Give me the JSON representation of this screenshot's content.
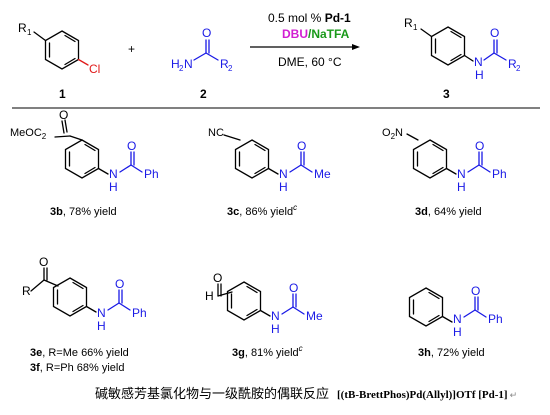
{
  "scheme": {
    "reactant1": {
      "substituent": "R",
      "sub": "1",
      "halogen": "Cl",
      "number": "1"
    },
    "plus": "+",
    "reactant2": {
      "nh2": "H",
      "nh2_sub": "2",
      "nh2_n": "N",
      "o": "O",
      "r": "R",
      "r_sub": "2",
      "number": "2"
    },
    "conditions": {
      "line1_prefix": "0.5 mol % ",
      "line1_catalyst": "Pd-1",
      "dbu": "DBU",
      "slash": "/",
      "natfa": "NaTFA",
      "line3": "DME, 60 °C"
    },
    "product": {
      "substituent": "R",
      "sub": "1",
      "nh": "N",
      "h": "H",
      "o": "O",
      "r": "R",
      "r_sub": "2",
      "number": "3"
    }
  },
  "examples": [
    {
      "id": "3b",
      "para": "MeO",
      "para2": "C",
      "para_sub": "2",
      "acyl": "Ph",
      "label_num": "3b",
      "label_text": ", 78% yield",
      "sup": ""
    },
    {
      "id": "3c",
      "para": "NC",
      "acyl": "Me",
      "label_num": "3c",
      "label_text": ", 86% yield",
      "sup": "c"
    },
    {
      "id": "3d",
      "para": "O",
      "para_n": "N",
      "para_sub": "2",
      "acyl": "Ph",
      "label_num": "3d",
      "label_text": ", 64% yield",
      "sup": ""
    },
    {
      "id": "3e",
      "para": "R",
      "acyl": "Ph",
      "label_num": "3e",
      "label_text": ", R=Me  66% yield",
      "sup": "",
      "label2_num": "3f",
      "label2_text": ", R=Ph  68% yield"
    },
    {
      "id": "3g",
      "para": "H",
      "acyl": "Me",
      "label_num": "3g",
      "label_text": ", 81% yield",
      "sup": "c"
    },
    {
      "id": "3h",
      "para": "",
      "acyl": "Ph",
      "label_num": "3h",
      "label_text": ", 72% yield",
      "sup": ""
    }
  ],
  "common": {
    "n": "N",
    "h": "H",
    "o": "O"
  },
  "caption": {
    "chinese": "碱敏感芳基氯化物与一级酰胺的偶联反应",
    "english": "[(tB-BrettPhos)Pd(Allyl)]OTf [Pd-1]",
    "return_mark": "↵"
  }
}
